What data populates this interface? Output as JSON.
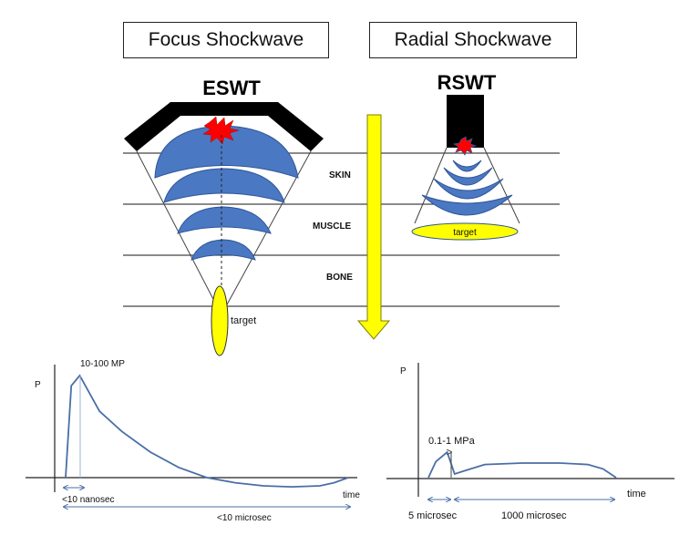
{
  "titles": {
    "focus": "Focus Shockwave",
    "radial": "Radial Shockwave"
  },
  "eswt": {
    "device_label": "ESWT",
    "target_label": "target"
  },
  "rswt": {
    "device_label": "RSWT",
    "target_label": "target"
  },
  "layers": {
    "skin": "SKIN",
    "muscle": "MUSCLE",
    "bone": "BONE"
  },
  "colors": {
    "wave_blue": "#4a78c2",
    "wave_stroke": "#2f5597",
    "target_yellow": "#ffff00",
    "arrow_yellow": "#ffff00",
    "arrow_outline": "#7f7f00",
    "burst_red": "#ff0000",
    "curve_blue": "#4a6fa5",
    "device_black": "#000000"
  },
  "chart_data": [
    {
      "type": "line",
      "title": "",
      "ylabel": "P",
      "xlabel": "time",
      "peak_label": "10-100 MP",
      "annotations": [
        "<10 nanosec",
        "<10 microsec"
      ],
      "x": [
        0,
        0.02,
        0.05,
        0.08,
        0.12,
        0.2,
        0.3,
        0.4,
        0.5,
        0.6,
        0.7,
        0.8,
        0.9,
        0.95,
        1.0
      ],
      "y": [
        0,
        0.9,
        1.0,
        0.85,
        0.65,
        0.45,
        0.25,
        0.1,
        0.0,
        -0.05,
        -0.08,
        -0.09,
        -0.08,
        -0.05,
        0.0
      ]
    },
    {
      "type": "line",
      "title": "",
      "ylabel": "P",
      "xlabel": "time",
      "peak_label": "0.1-1 MPa",
      "annotations": [
        "5 microsec",
        "1000 microsec"
      ],
      "x": [
        0,
        0.04,
        0.1,
        0.14,
        0.2,
        0.3,
        0.5,
        0.7,
        0.85,
        0.93,
        1.0
      ],
      "y": [
        0,
        0.22,
        0.35,
        0.05,
        0.1,
        0.18,
        0.2,
        0.2,
        0.18,
        0.12,
        0.0
      ]
    }
  ]
}
